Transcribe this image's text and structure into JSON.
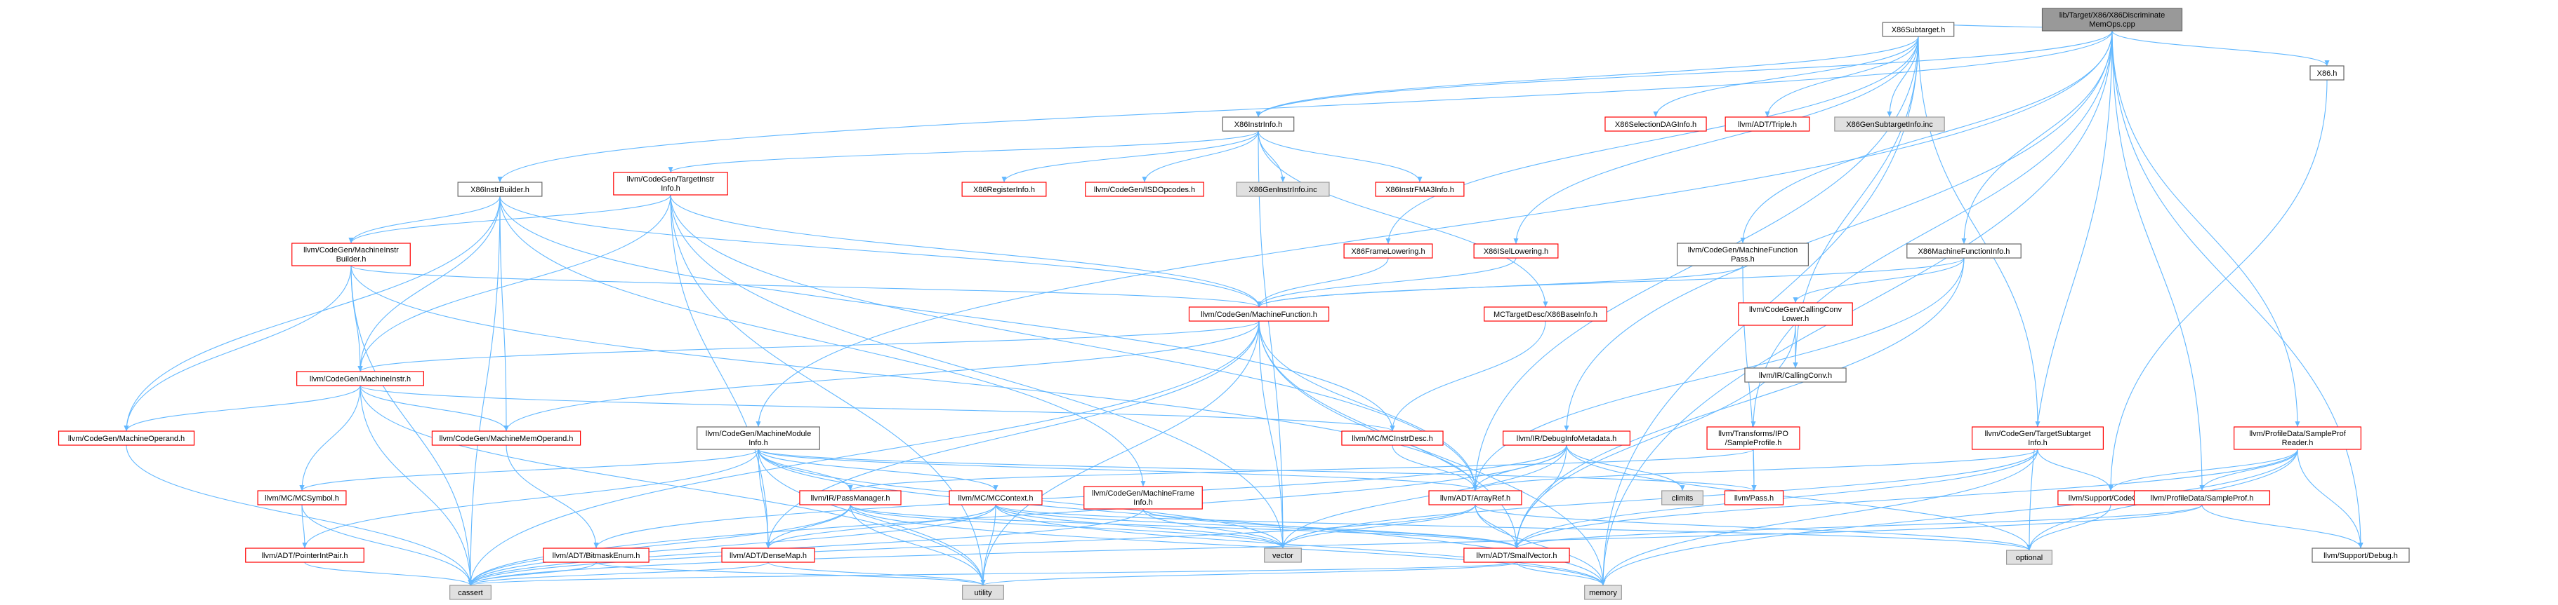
{
  "graph": {
    "root": "root",
    "colors": {
      "root_fill": "#999999",
      "node_border_red": "#ff0000",
      "node_border_gray": "#999999",
      "node_border_dark": "#666666",
      "system_fill": "#e0e0e0",
      "edge": "#63b8ff"
    },
    "nodes": [
      {
        "id": "root",
        "lines": [
          "lib/Target/X86/X86Discriminate",
          "MemOps.cpp"
        ],
        "style": "root"
      },
      {
        "id": "X86Subtarget",
        "lines": [
          "X86Subtarget.h"
        ],
        "style": "normal"
      },
      {
        "id": "X86h",
        "lines": [
          "X86.h"
        ],
        "style": "normal"
      },
      {
        "id": "X86InstrInfo",
        "lines": [
          "X86InstrInfo.h"
        ],
        "style": "normal"
      },
      {
        "id": "X86SelectionDAGInfo",
        "lines": [
          "X86SelectionDAGInfo.h"
        ],
        "style": "red"
      },
      {
        "id": "Triple",
        "lines": [
          "llvm/ADT/Triple.h"
        ],
        "style": "red"
      },
      {
        "id": "X86GenSubtargetInfo",
        "lines": [
          "X86GenSubtargetInfo.inc"
        ],
        "style": "system"
      },
      {
        "id": "X86InstrBuilder",
        "lines": [
          "X86InstrBuilder.h"
        ],
        "style": "normal"
      },
      {
        "id": "TargetInstrInfo",
        "lines": [
          "llvm/CodeGen/TargetInstr",
          "Info.h"
        ],
        "style": "red"
      },
      {
        "id": "X86RegisterInfo",
        "lines": [
          "X86RegisterInfo.h"
        ],
        "style": "red"
      },
      {
        "id": "ISDOpcodes",
        "lines": [
          "llvm/CodeGen/ISDOpcodes.h"
        ],
        "style": "red"
      },
      {
        "id": "X86GenInstrInfo",
        "lines": [
          "X86GenInstrInfo.inc"
        ],
        "style": "system"
      },
      {
        "id": "X86InstrFMA3Info",
        "lines": [
          "X86InstrFMA3Info.h"
        ],
        "style": "red"
      },
      {
        "id": "MachineInstrBuilder",
        "lines": [
          "llvm/CodeGen/MachineInstr",
          "Builder.h"
        ],
        "style": "red"
      },
      {
        "id": "X86FrameLowering",
        "lines": [
          "X86FrameLowering.h"
        ],
        "style": "red"
      },
      {
        "id": "X86ISelLowering",
        "lines": [
          "X86ISelLowering.h"
        ],
        "style": "red"
      },
      {
        "id": "MachineFunctionPass",
        "lines": [
          "llvm/CodeGen/MachineFunction",
          "Pass.h"
        ],
        "style": "normal"
      },
      {
        "id": "X86MachineFunctionInfo",
        "lines": [
          "X86MachineFunctionInfo.h"
        ],
        "style": "normal"
      },
      {
        "id": "MachineFunction",
        "lines": [
          "llvm/CodeGen/MachineFunction.h"
        ],
        "style": "red"
      },
      {
        "id": "X86BaseInfo",
        "lines": [
          "MCTargetDesc/X86BaseInfo.h"
        ],
        "style": "red"
      },
      {
        "id": "CallingConvLower",
        "lines": [
          "llvm/CodeGen/CallingConv",
          "Lower.h"
        ],
        "style": "red"
      },
      {
        "id": "CallingConv",
        "lines": [
          "llvm/IR/CallingConv.h"
        ],
        "style": "normal"
      },
      {
        "id": "MachineInstr",
        "lines": [
          "llvm/CodeGen/MachineInstr.h"
        ],
        "style": "red"
      },
      {
        "id": "MachineModuleInfo",
        "lines": [
          "llvm/CodeGen/MachineModule",
          "Info.h"
        ],
        "style": "normal"
      },
      {
        "id": "MCInstrDesc",
        "lines": [
          "llvm/MC/MCInstrDesc.h"
        ],
        "style": "red"
      },
      {
        "id": "DebugInfoMetadata",
        "lines": [
          "llvm/IR/DebugInfoMetadata.h"
        ],
        "style": "red"
      },
      {
        "id": "SampleProfileIPO",
        "lines": [
          "llvm/Transforms/IPO",
          "/SampleProfile.h"
        ],
        "style": "red"
      },
      {
        "id": "TargetSubtargetInfo",
        "lines": [
          "llvm/CodeGen/TargetSubtarget",
          "Info.h"
        ],
        "style": "red"
      },
      {
        "id": "SampleProfReader",
        "lines": [
          "llvm/ProfileData/SampleProf",
          "Reader.h"
        ],
        "style": "red"
      },
      {
        "id": "MachineOperand",
        "lines": [
          "llvm/CodeGen/MachineOperand.h"
        ],
        "style": "red"
      },
      {
        "id": "MachineMemOperand",
        "lines": [
          "llvm/CodeGen/MachineMemOperand.h"
        ],
        "style": "red"
      },
      {
        "id": "MCSymbol",
        "lines": [
          "llvm/MC/MCSymbol.h"
        ],
        "style": "red"
      },
      {
        "id": "PassManager",
        "lines": [
          "llvm/IR/PassManager.h"
        ],
        "style": "red"
      },
      {
        "id": "MCContext",
        "lines": [
          "llvm/MC/MCContext.h"
        ],
        "style": "red"
      },
      {
        "id": "MachineFrameInfo",
        "lines": [
          "llvm/CodeGen/MachineFrame",
          "Info.h"
        ],
        "style": "red"
      },
      {
        "id": "ArrayRef",
        "lines": [
          "llvm/ADT/ArrayRef.h"
        ],
        "style": "red"
      },
      {
        "id": "climits",
        "lines": [
          "climits"
        ],
        "style": "system"
      },
      {
        "id": "Pass",
        "lines": [
          "llvm/Pass.h"
        ],
        "style": "red"
      },
      {
        "id": "SupportCodeGen",
        "lines": [
          "llvm/Support/CodeGen.h"
        ],
        "style": "red"
      },
      {
        "id": "SampleProf",
        "lines": [
          "llvm/ProfileData/SampleProf.h"
        ],
        "style": "red"
      },
      {
        "id": "PointerIntPair",
        "lines": [
          "llvm/ADT/PointerIntPair.h"
        ],
        "style": "red"
      },
      {
        "id": "BitmaskEnum",
        "lines": [
          "llvm/ADT/BitmaskEnum.h"
        ],
        "style": "red"
      },
      {
        "id": "DenseMap",
        "lines": [
          "llvm/ADT/DenseMap.h"
        ],
        "style": "red"
      },
      {
        "id": "vector",
        "lines": [
          "vector"
        ],
        "style": "system"
      },
      {
        "id": "SmallVector",
        "lines": [
          "llvm/ADT/SmallVector.h"
        ],
        "style": "red"
      },
      {
        "id": "optional",
        "lines": [
          "optional"
        ],
        "style": "system"
      },
      {
        "id": "Debug",
        "lines": [
          "llvm/Support/Debug.h"
        ],
        "style": "normal"
      },
      {
        "id": "cassert",
        "lines": [
          "cassert"
        ],
        "style": "system"
      },
      {
        "id": "utility",
        "lines": [
          "utility"
        ],
        "style": "system"
      },
      {
        "id": "memory",
        "lines": [
          "memory"
        ],
        "style": "system"
      }
    ],
    "edges": [
      [
        "root",
        "X86Subtarget"
      ],
      [
        "root",
        "X86h"
      ],
      [
        "root",
        "X86InstrInfo"
      ],
      [
        "root",
        "X86InstrBuilder"
      ],
      [
        "root",
        "MachineFunctionPass"
      ],
      [
        "root",
        "X86MachineFunctionInfo"
      ],
      [
        "root",
        "MachineModuleInfo"
      ],
      [
        "root",
        "DebugInfoMetadata"
      ],
      [
        "root",
        "SampleProfileIPO"
      ],
      [
        "root",
        "SampleProfReader"
      ],
      [
        "root",
        "SampleProf"
      ],
      [
        "root",
        "optional"
      ],
      [
        "root",
        "Debug"
      ],
      [
        "root",
        "memory"
      ],
      [
        "X86Subtarget",
        "X86FrameLowering"
      ],
      [
        "X86Subtarget",
        "X86ISelLowering"
      ],
      [
        "X86Subtarget",
        "X86InstrInfo"
      ],
      [
        "X86Subtarget",
        "X86SelectionDAGInfo"
      ],
      [
        "X86Subtarget",
        "Triple"
      ],
      [
        "X86Subtarget",
        "X86GenSubtargetInfo"
      ],
      [
        "X86Subtarget",
        "TargetSubtargetInfo"
      ],
      [
        "X86Subtarget",
        "CallingConv"
      ],
      [
        "X86Subtarget",
        "memory"
      ],
      [
        "X86Subtarget",
        "ArrayRef"
      ],
      [
        "X86h",
        "SupportCodeGen"
      ],
      [
        "X86InstrInfo",
        "X86RegisterInfo"
      ],
      [
        "X86InstrInfo",
        "ISDOpcodes"
      ],
      [
        "X86InstrInfo",
        "X86GenInstrInfo"
      ],
      [
        "X86InstrInfo",
        "X86InstrFMA3Info"
      ],
      [
        "X86InstrInfo",
        "TargetInstrInfo"
      ],
      [
        "X86InstrInfo",
        "X86BaseInfo"
      ],
      [
        "X86InstrInfo",
        "vector"
      ],
      [
        "X86InstrBuilder",
        "MachineFrameInfo"
      ],
      [
        "X86InstrBuilder",
        "MachineFunction"
      ],
      [
        "X86InstrBuilder",
        "MachineInstr"
      ],
      [
        "X86InstrBuilder",
        "MachineInstrBuilder"
      ],
      [
        "X86InstrBuilder",
        "MachineMemOperand"
      ],
      [
        "X86InstrBuilder",
        "MachineOperand"
      ],
      [
        "X86InstrBuilder",
        "MCInstrDesc"
      ],
      [
        "X86InstrBuilder",
        "cassert"
      ],
      [
        "TargetInstrInfo",
        "MachineInstrBuilder"
      ],
      [
        "TargetInstrInfo",
        "MachineInstr"
      ],
      [
        "TargetInstrInfo",
        "MachineFunction"
      ],
      [
        "TargetInstrInfo",
        "ArrayRef"
      ],
      [
        "TargetInstrInfo",
        "DenseMap"
      ],
      [
        "TargetInstrInfo",
        "utility"
      ],
      [
        "TargetInstrInfo",
        "vector"
      ],
      [
        "MachineInstrBuilder",
        "MachineFunction"
      ],
      [
        "MachineInstrBuilder",
        "MachineInstr"
      ],
      [
        "MachineInstrBuilder",
        "MachineOperand"
      ],
      [
        "MachineInstrBuilder",
        "ArrayRef"
      ],
      [
        "MachineInstrBuilder",
        "cassert"
      ],
      [
        "X86FrameLowering",
        "MachineFunction"
      ],
      [
        "X86ISelLowering",
        "MachineFunction"
      ],
      [
        "MachineFunctionPass",
        "MachineFunction"
      ],
      [
        "MachineFunctionPass",
        "Pass"
      ],
      [
        "X86MachineFunctionInfo",
        "MachineFunction"
      ],
      [
        "X86MachineFunctionInfo",
        "CallingConvLower"
      ],
      [
        "X86MachineFunctionInfo",
        "SmallVector"
      ],
      [
        "X86MachineFunctionInfo",
        "ArrayRef"
      ],
      [
        "MachineFunction",
        "MachineInstr"
      ],
      [
        "MachineFunction",
        "MachineMemOperand"
      ],
      [
        "MachineFunction",
        "ArrayRef"
      ],
      [
        "MachineFunction",
        "DenseMap"
      ],
      [
        "MachineFunction",
        "SmallVector"
      ],
      [
        "MachineFunction",
        "cassert"
      ],
      [
        "MachineFunction",
        "utility"
      ],
      [
        "MachineFunction",
        "vector"
      ],
      [
        "MachineFunction",
        "memory"
      ],
      [
        "X86BaseInfo",
        "MCInstrDesc"
      ],
      [
        "CallingConvLower",
        "CallingConv"
      ],
      [
        "CallingConvLower",
        "SmallVector"
      ],
      [
        "MachineInstr",
        "MachineOperand"
      ],
      [
        "MachineInstr",
        "MachineMemOperand"
      ],
      [
        "MachineInstr",
        "MCInstrDesc"
      ],
      [
        "MachineInstr",
        "MCSymbol"
      ],
      [
        "MachineInstr",
        "cassert"
      ],
      [
        "MachineInstr",
        "utility"
      ],
      [
        "MachineModuleInfo",
        "ArrayRef"
      ],
      [
        "MachineModuleInfo",
        "DenseMap"
      ],
      [
        "MachineModuleInfo",
        "PointerIntPair"
      ],
      [
        "MachineModuleInfo",
        "MCContext"
      ],
      [
        "MachineModuleInfo",
        "MCSymbol"
      ],
      [
        "MachineModuleInfo",
        "Pass"
      ],
      [
        "MachineModuleInfo",
        "PassManager"
      ],
      [
        "MachineModuleInfo",
        "memory"
      ],
      [
        "MachineModuleInfo",
        "utility"
      ],
      [
        "MachineModuleInfo",
        "vector"
      ],
      [
        "MCInstrDesc",
        "ArrayRef"
      ],
      [
        "DebugInfoMetadata",
        "ArrayRef"
      ],
      [
        "DebugInfoMetadata",
        "BitmaskEnum"
      ],
      [
        "DebugInfoMetadata",
        "SmallVector"
      ],
      [
        "DebugInfoMetadata",
        "climits"
      ],
      [
        "DebugInfoMetadata",
        "cassert"
      ],
      [
        "DebugInfoMetadata",
        "optional"
      ],
      [
        "DebugInfoMetadata",
        "vector"
      ],
      [
        "SampleProfileIPO",
        "Pass"
      ],
      [
        "SampleProfileIPO",
        "PassManager"
      ],
      [
        "TargetSubtargetInfo",
        "ArrayRef"
      ],
      [
        "TargetSubtargetInfo",
        "SmallVector"
      ],
      [
        "TargetSubtargetInfo",
        "SupportCodeGen"
      ],
      [
        "TargetSubtargetInfo",
        "memory"
      ],
      [
        "TargetSubtargetInfo",
        "vector"
      ],
      [
        "SampleProfReader",
        "SampleProf"
      ],
      [
        "SampleProfReader",
        "SmallVector"
      ],
      [
        "SampleProfReader",
        "Debug"
      ],
      [
        "SampleProfReader",
        "memory"
      ],
      [
        "SampleProfReader",
        "optional"
      ],
      [
        "SampleProfReader",
        "SupportCodeGen"
      ],
      [
        "MachineOperand",
        "cassert"
      ],
      [
        "MachineMemOperand",
        "BitmaskEnum"
      ],
      [
        "MCSymbol",
        "PointerIntPair"
      ],
      [
        "MCSymbol",
        "cassert"
      ],
      [
        "PassManager",
        "DenseMap"
      ],
      [
        "PassManager",
        "SmallVector"
      ],
      [
        "PassManager",
        "cassert"
      ],
      [
        "PassManager",
        "memory"
      ],
      [
        "PassManager",
        "utility"
      ],
      [
        "PassManager",
        "vector"
      ],
      [
        "MCContext",
        "DenseMap"
      ],
      [
        "MCContext",
        "SmallVector"
      ],
      [
        "MCContext",
        "cassert"
      ],
      [
        "MCContext",
        "memory"
      ],
      [
        "MCContext",
        "utility"
      ],
      [
        "MCContext",
        "vector"
      ],
      [
        "MCContext",
        "optional"
      ],
      [
        "MachineFrameInfo",
        "SmallVector"
      ],
      [
        "MachineFrameInfo",
        "cassert"
      ],
      [
        "MachineFrameInfo",
        "vector"
      ],
      [
        "ArrayRef",
        "SmallVector"
      ],
      [
        "ArrayRef",
        "cassert"
      ],
      [
        "ArrayRef",
        "memory"
      ],
      [
        "ArrayRef",
        "vector"
      ],
      [
        "ArrayRef",
        "optional"
      ],
      [
        "SupportCodeGen",
        "optional"
      ],
      [
        "SampleProf",
        "SmallVector"
      ],
      [
        "SampleProf",
        "Debug"
      ],
      [
        "SampleProf",
        "cassert"
      ],
      [
        "PointerIntPair",
        "cassert"
      ],
      [
        "BitmaskEnum",
        "cassert"
      ],
      [
        "BitmaskEnum",
        "utility"
      ],
      [
        "DenseMap",
        "cassert"
      ],
      [
        "DenseMap",
        "utility"
      ],
      [
        "SmallVector",
        "cassert"
      ],
      [
        "SmallVector",
        "memory"
      ],
      [
        "SmallVector",
        "utility"
      ]
    ]
  }
}
